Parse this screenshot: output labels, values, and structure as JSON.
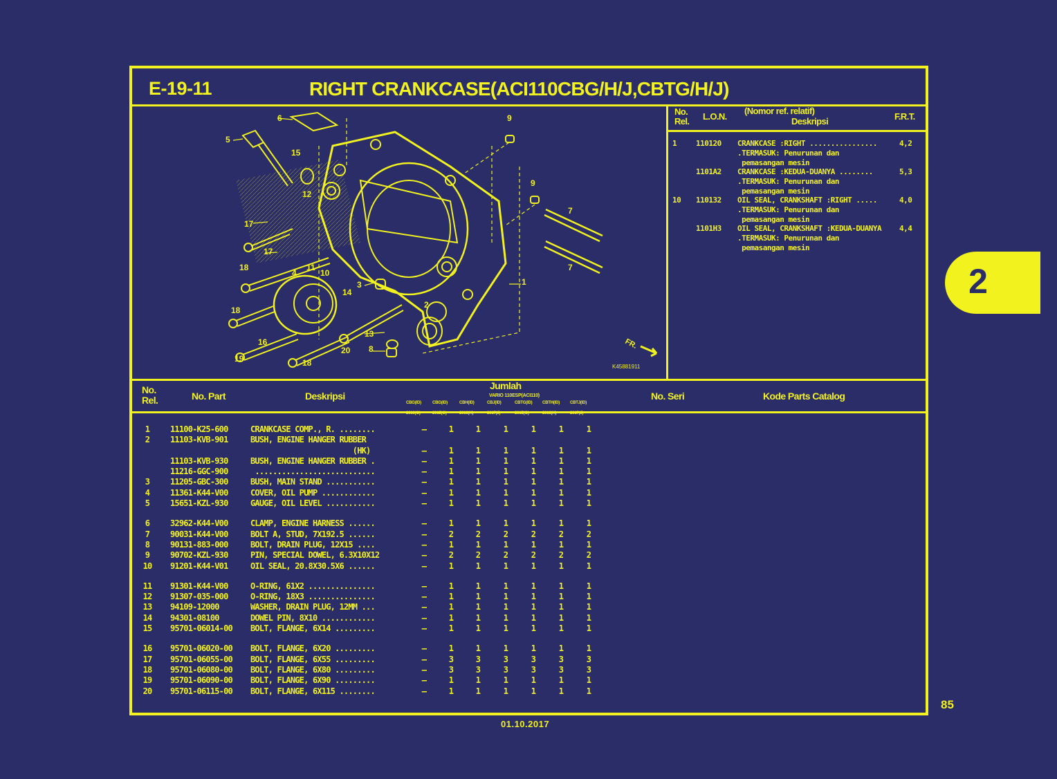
{
  "section_code": "E-19-11",
  "title": "RIGHT CRANKCASE(ACI110CBG/H/J,CBTG/H/J)",
  "diagram": {
    "callouts": [
      "6",
      "9",
      "5",
      "15",
      "12",
      "9",
      "7",
      "17",
      "17",
      "18",
      "11",
      "10",
      "4",
      "3",
      "14",
      "1",
      "7",
      "18",
      "2",
      "16",
      "13",
      "19",
      "18",
      "20",
      "8"
    ],
    "fr_label": "FR.",
    "code": "K45881911"
  },
  "lon_header": {
    "no_rel": "No. Rel.",
    "lon": "L.O.N.",
    "nomor": "(Nomor ref. relatif)",
    "deskripsi": "Deskripsi",
    "frt": "F.R.T."
  },
  "lon_rows": [
    {
      "ref": "1",
      "lon": "110120",
      "desc": "CRANKCASE :RIGHT ................",
      "frt": "4,2",
      "sub1": ".TERMASUK: Penurunan dan",
      "sub2": " pemasangan mesin"
    },
    {
      "ref": "",
      "lon": "1101A2",
      "desc": "CRANKCASE :KEDUA-DUANYA ........",
      "frt": "5,3",
      "sub1": ".TERMASUK: Penurunan dan",
      "sub2": " pemasangan mesin"
    },
    {
      "ref": "10",
      "lon": "110132",
      "desc": "OIL SEAL, CRANKSHAFT :RIGHT .....",
      "frt": "4,0",
      "sub1": ".TERMASUK: Penurunan dan",
      "sub2": " pemasangan mesin"
    },
    {
      "ref": "",
      "lon": "1101H3",
      "desc": "OIL SEAL, CRANKSHAFT :KEDUA-DUANYA",
      "frt": "4,4",
      "sub1": ".TERMASUK: Penurunan dan",
      "sub2": " pemasangan mesin"
    }
  ],
  "table_header": {
    "no_rel": "No. Rel.",
    "no_part": "No. Part",
    "deskripsi": "Deskripsi",
    "jumlah": "Jumlah",
    "model_group": "VARIO 110ESP(ACI110)",
    "models": [
      "CBG(ID) 2016(G)",
      "CBG(ID) 2015(G)",
      "CBH(ID) 2016(H)",
      "CBJ(ID) 2017(J)",
      "CBTG(ID) 2015(G)",
      "CBTH(ID) 2016(H)",
      "CBTJ(ID) 2017(J)"
    ],
    "no_seri": "No. Seri",
    "kode": "Kode Parts Catalog"
  },
  "parts": [
    {
      "ref": "1",
      "part": "11100-K25-600",
      "desc": "CRANKCASE COMP., R. ........",
      "q": [
        "–",
        "1",
        "1",
        "1",
        "1",
        "1",
        "1"
      ]
    },
    {
      "ref": "2",
      "part": "11103-KVB-901",
      "desc": "BUSH, ENGINE HANGER RUBBER",
      "q": [
        "",
        "",
        "",
        "",
        "",
        "",
        ""
      ]
    },
    {
      "ref": "",
      "part": "",
      "desc": "                       (HK)",
      "q": [
        "–",
        "1",
        "1",
        "1",
        "1",
        "1",
        "1"
      ]
    },
    {
      "ref": "",
      "part": "11103-KVB-930",
      "desc": "BUSH, ENGINE HANGER RUBBER .",
      "q": [
        "–",
        "1",
        "1",
        "1",
        "1",
        "1",
        "1"
      ]
    },
    {
      "ref": "",
      "part": "11216-GGC-900",
      "desc": " ...........................",
      "q": [
        "–",
        "1",
        "1",
        "1",
        "1",
        "1",
        "1"
      ]
    },
    {
      "ref": "3",
      "part": "11205-GBC-300",
      "desc": "BUSH, MAIN STAND ...........",
      "q": [
        "–",
        "1",
        "1",
        "1",
        "1",
        "1",
        "1"
      ]
    },
    {
      "ref": "4",
      "part": "11361-K44-V00",
      "desc": "COVER, OIL PUMP ............",
      "q": [
        "–",
        "1",
        "1",
        "1",
        "1",
        "1",
        "1"
      ]
    },
    {
      "ref": "5",
      "part": "15651-KZL-930",
      "desc": "GAUGE, OIL LEVEL ...........",
      "q": [
        "–",
        "1",
        "1",
        "1",
        "1",
        "1",
        "1"
      ]
    },
    {
      "gap": true
    },
    {
      "ref": "6",
      "part": "32962-K44-V00",
      "desc": "CLAMP, ENGINE HARNESS ......",
      "q": [
        "–",
        "1",
        "1",
        "1",
        "1",
        "1",
        "1"
      ]
    },
    {
      "ref": "7",
      "part": "90031-K44-V00",
      "desc": "BOLT A, STUD, 7X192.5 ......",
      "q": [
        "–",
        "2",
        "2",
        "2",
        "2",
        "2",
        "2"
      ]
    },
    {
      "ref": "8",
      "part": "90131-883-000",
      "desc": "BOLT, DRAIN PLUG, 12X15 ....",
      "q": [
        "–",
        "1",
        "1",
        "1",
        "1",
        "1",
        "1"
      ]
    },
    {
      "ref": "9",
      "part": "90702-KZL-930",
      "desc": "PIN, SPECIAL DOWEL, 6.3X10X12",
      "q": [
        "–",
        "2",
        "2",
        "2",
        "2",
        "2",
        "2"
      ]
    },
    {
      "ref": "10",
      "part": "91201-K44-V01",
      "desc": "OIL SEAL, 20.8X30.5X6 ......",
      "q": [
        "–",
        "1",
        "1",
        "1",
        "1",
        "1",
        "1"
      ]
    },
    {
      "gap": true
    },
    {
      "ref": "11",
      "part": "91301-K44-V00",
      "desc": "O-RING, 61X2 ...............",
      "q": [
        "–",
        "1",
        "1",
        "1",
        "1",
        "1",
        "1"
      ]
    },
    {
      "ref": "12",
      "part": "91307-035-000",
      "desc": "O-RING, 18X3 ...............",
      "q": [
        "–",
        "1",
        "1",
        "1",
        "1",
        "1",
        "1"
      ]
    },
    {
      "ref": "13",
      "part": "94109-12000",
      "desc": "WASHER, DRAIN PLUG, 12MM ...",
      "q": [
        "–",
        "1",
        "1",
        "1",
        "1",
        "1",
        "1"
      ]
    },
    {
      "ref": "14",
      "part": "94301-08100",
      "desc": "DOWEL PIN, 8X10 ............",
      "q": [
        "–",
        "1",
        "1",
        "1",
        "1",
        "1",
        "1"
      ]
    },
    {
      "ref": "15",
      "part": "95701-06014-00",
      "desc": "BOLT, FLANGE, 6X14 .........",
      "q": [
        "–",
        "1",
        "1",
        "1",
        "1",
        "1",
        "1"
      ]
    },
    {
      "gap": true
    },
    {
      "ref": "16",
      "part": "95701-06020-00",
      "desc": "BOLT, FLANGE, 6X20 .........",
      "q": [
        "–",
        "1",
        "1",
        "1",
        "1",
        "1",
        "1"
      ]
    },
    {
      "ref": "17",
      "part": "95701-06055-00",
      "desc": "BOLT, FLANGE, 6X55 .........",
      "q": [
        "–",
        "3",
        "3",
        "3",
        "3",
        "3",
        "3"
      ]
    },
    {
      "ref": "18",
      "part": "95701-06080-00",
      "desc": "BOLT, FLANGE, 6X80 .........",
      "q": [
        "–",
        "3",
        "3",
        "3",
        "3",
        "3",
        "3"
      ]
    },
    {
      "ref": "19",
      "part": "95701-06090-00",
      "desc": "BOLT, FLANGE, 6X90 .........",
      "q": [
        "–",
        "1",
        "1",
        "1",
        "1",
        "1",
        "1"
      ]
    },
    {
      "ref": "20",
      "part": "95701-06115-00",
      "desc": "BOLT, FLANGE, 6X115 ........",
      "q": [
        "–",
        "1",
        "1",
        "1",
        "1",
        "1",
        "1"
      ]
    }
  ],
  "side_tab": "2",
  "page_number": "85",
  "date": "01.10.2017",
  "colors": {
    "background": "#2b2d69",
    "accent": "#f2f21e"
  }
}
